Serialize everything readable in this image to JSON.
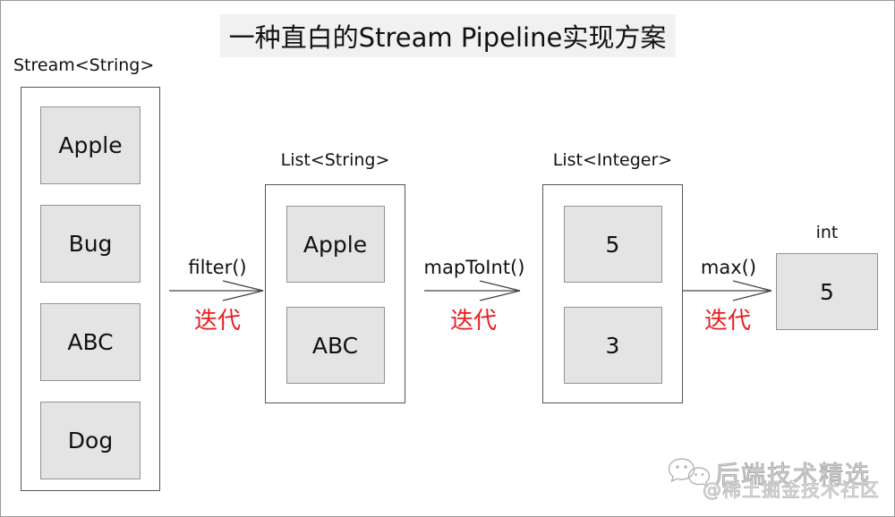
{
  "title": "一种直白的Stream Pipeline实现方案",
  "colors": {
    "iterate_red": "#e81e1e",
    "box_fill": "#e5e4e4",
    "box_border": "#929292",
    "container_border": "#555555",
    "title_bg": "#f1f1f1",
    "arrow": "#444444",
    "watermark_gray": "#ababab"
  },
  "pipeline": {
    "stream": {
      "label": "Stream<String>",
      "items": [
        "Apple",
        "Bug",
        "ABC",
        "Dog"
      ]
    },
    "step_filter": {
      "op": "filter()",
      "note": "迭代"
    },
    "list_string": {
      "label": "List<String>",
      "items": [
        "Apple",
        "ABC"
      ]
    },
    "step_map_to_int": {
      "op": "mapToInt()",
      "note": "迭代"
    },
    "list_integer": {
      "label": "List<Integer>",
      "items": [
        "5",
        "3"
      ]
    },
    "step_max": {
      "op": "max()",
      "note": "迭代"
    },
    "result": {
      "label": "int",
      "value": "5"
    }
  },
  "watermark": {
    "line1": "后端技术精选",
    "line2": "@稀土掘金技术社区"
  }
}
